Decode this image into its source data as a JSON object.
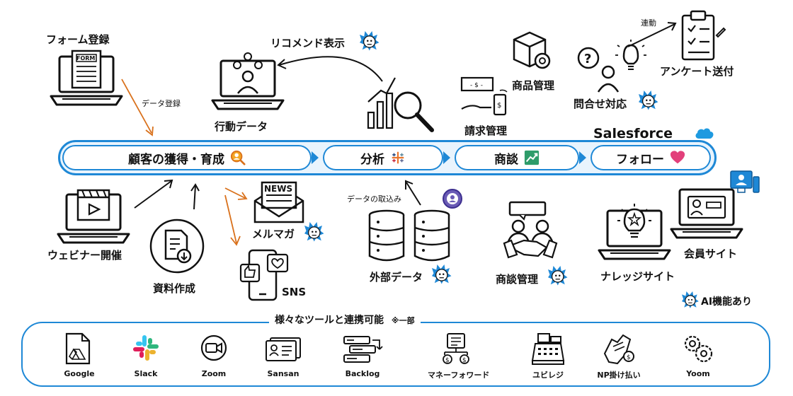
{
  "flow": {
    "stages": [
      {
        "label": "顧客の獲得・育成",
        "icon": "magnifier-person-icon"
      },
      {
        "label": "分析",
        "icon": "tableau-icon"
      },
      {
        "label": "商談",
        "icon": "chart-up-icon"
      },
      {
        "label": "フォロー",
        "icon": "heart-icon"
      }
    ],
    "brand": "Salesforce"
  },
  "top": {
    "form": "フォーム登録",
    "data_reg": "データ登録",
    "behavior": "行動データ",
    "recommend": "リコメンド表示",
    "product": "商品管理",
    "billing": "請求管理",
    "inquiry": "問合せ対応",
    "survey": "アンケート送付",
    "link": "連動"
  },
  "bottom": {
    "webinar": "ウェビナー開催",
    "docs": "資料作成",
    "mailmag": "メルマガ",
    "sns": "SNS",
    "import": "データの取込み",
    "external": "外部データ",
    "deal": "商談管理",
    "knowledge": "ナレッジサイト",
    "member": "会員サイト",
    "ai_note": "AI機能あり"
  },
  "icons": {
    "form_text": "FORM",
    "news_text": "NEWS"
  },
  "tools": {
    "title": "様々なツールと連携可能",
    "note": "※一部",
    "items": [
      "Google",
      "Slack",
      "Zoom",
      "Sansan",
      "Backlog",
      "マネーフォワード",
      "ユビレジ",
      "NP掛け払い",
      "Yoom"
    ]
  },
  "colors": {
    "accent": "#1e88d6",
    "arrow_orange": "#d9711c",
    "ai_blue": "#1e88d6"
  }
}
